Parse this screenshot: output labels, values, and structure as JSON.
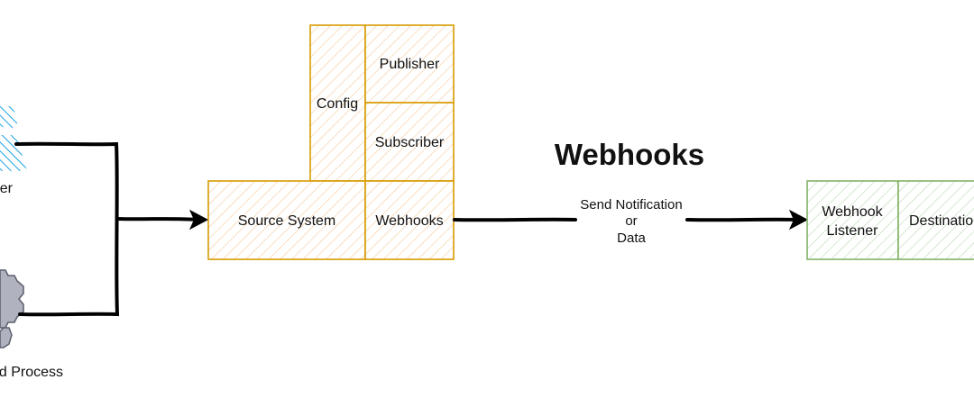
{
  "title": "Webhooks",
  "colors": {
    "source_stroke": "#d79b00",
    "source_fill": "#ffe6cc",
    "dest_stroke": "#82b366",
    "dest_fill": "#d5e8d4",
    "actor_hatch": "#1ba1e2",
    "gear_fill": "#b0b3bf",
    "line": "#000000"
  },
  "icons": {
    "actor": "user-icon",
    "process": "gear-icon"
  },
  "nodes": {
    "user_label": "User",
    "process_label": "Scheduled Process",
    "config": "Config",
    "publisher": "Publisher",
    "subscriber": "Subscriber",
    "source_system": "Source System",
    "webhooks": "Webhooks",
    "webhook_listener_line1": "Webhook",
    "webhook_listener_line2": "Listener",
    "destination": "Destination"
  },
  "edge_label": {
    "line1": "Send Notification",
    "line2": "or",
    "line3": "Data"
  }
}
